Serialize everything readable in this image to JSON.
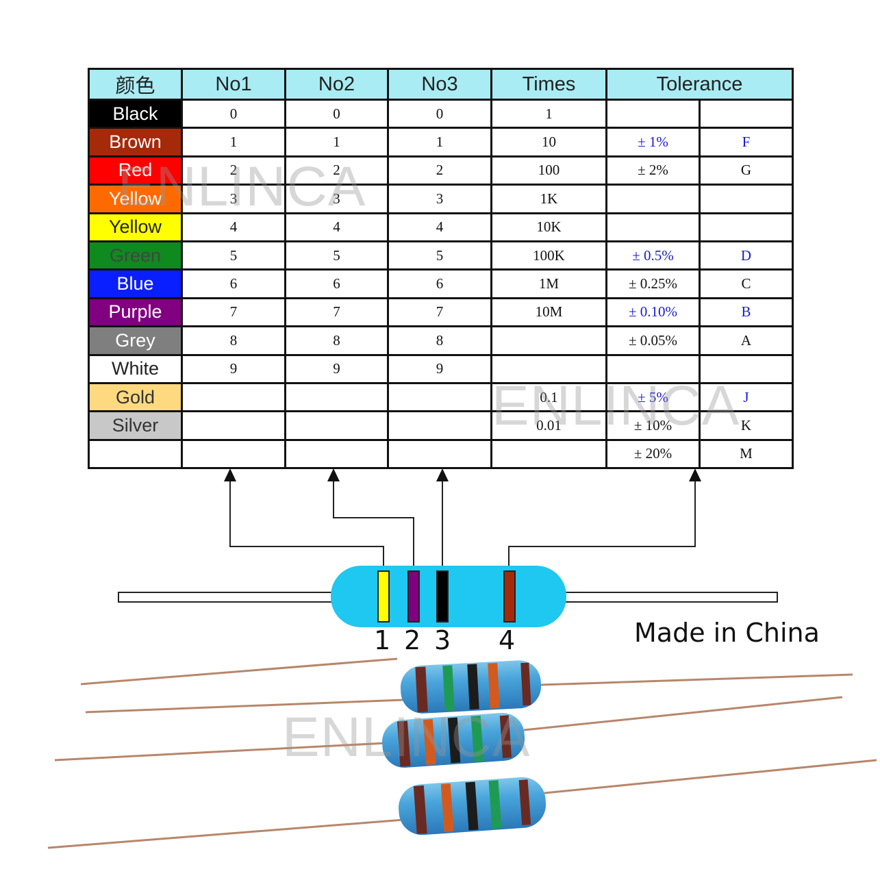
{
  "table": {
    "headers": [
      "颜色",
      "No1",
      "No2",
      "No3",
      "Times",
      "Tolerance"
    ],
    "rows": [
      {
        "color": "Black",
        "swatch": "#000000",
        "text_color": "#ffffff",
        "no1": "0",
        "no2": "0",
        "no3": "0",
        "times": "1",
        "tolerance": "",
        "code": "",
        "highlight": false
      },
      {
        "color": "Brown",
        "swatch": "#a52a0a",
        "text_color": "#ffffff",
        "no1": "1",
        "no2": "1",
        "no3": "1",
        "times": "10",
        "tolerance": "± 1%",
        "code": "F",
        "highlight": true
      },
      {
        "color": "Red",
        "swatch": "#ff0000",
        "text_color": "#ffffff",
        "no1": "2",
        "no2": "2",
        "no3": "2",
        "times": "100",
        "tolerance": "± 2%",
        "code": "G",
        "highlight": false
      },
      {
        "color": "Yellow",
        "swatch": "#ff6a00",
        "text_color": "#ffffff",
        "no1": "3",
        "no2": "3",
        "no3": "3",
        "times": "1K",
        "tolerance": "",
        "code": "",
        "highlight": false
      },
      {
        "color": "Yellow",
        "swatch": "#ffff00",
        "text_color": "#222222",
        "no1": "4",
        "no2": "4",
        "no3": "4",
        "times": "10K",
        "tolerance": "",
        "code": "",
        "highlight": false
      },
      {
        "color": "Green",
        "swatch": "#0e8a1e",
        "text_color": "#444444",
        "no1": "5",
        "no2": "5",
        "no3": "5",
        "times": "100K",
        "tolerance": "± 0.5%",
        "code": "D",
        "highlight": true
      },
      {
        "color": "Blue",
        "swatch": "#0a1fff",
        "text_color": "#ffffff",
        "no1": "6",
        "no2": "6",
        "no3": "6",
        "times": "1M",
        "tolerance": "± 0.25%",
        "code": "C",
        "highlight": false
      },
      {
        "color": "Purple",
        "swatch": "#800080",
        "text_color": "#ffffff",
        "no1": "7",
        "no2": "7",
        "no3": "7",
        "times": "10M",
        "tolerance": "± 0.10%",
        "code": "B",
        "highlight": true
      },
      {
        "color": "Grey",
        "swatch": "#7f7f7f",
        "text_color": "#ffffff",
        "no1": "8",
        "no2": "8",
        "no3": "8",
        "times": "",
        "tolerance": "± 0.05%",
        "code": "A",
        "highlight": false
      },
      {
        "color": "White",
        "swatch": "#ffffff",
        "text_color": "#222222",
        "no1": "9",
        "no2": "9",
        "no3": "9",
        "times": "",
        "tolerance": "",
        "code": "",
        "highlight": false
      },
      {
        "color": "Gold",
        "swatch": "#ffd980",
        "text_color": "#333333",
        "no1": "",
        "no2": "",
        "no3": "",
        "times": "0.1",
        "tolerance": "± 5%",
        "code": "J",
        "highlight": true
      },
      {
        "color": "Silver",
        "swatch": "#c8c8c8",
        "text_color": "#333333",
        "no1": "",
        "no2": "",
        "no3": "",
        "times": "0.01",
        "tolerance": "± 10%",
        "code": "K",
        "highlight": false
      },
      {
        "color": "",
        "swatch": "#ffffff",
        "text_color": "#333333",
        "no1": "",
        "no2": "",
        "no3": "",
        "times": "",
        "tolerance": "± 20%",
        "code": "M",
        "highlight": false
      }
    ]
  },
  "resistor": {
    "body_color": "#1ec8f0",
    "band_colors": [
      "#ffff00",
      "#800080",
      "#000000",
      "#a52a0a"
    ],
    "band_numbers": [
      "1",
      "2",
      "3",
      "4"
    ]
  },
  "colors": {
    "highlight_text": "#1a1acc",
    "normal_text": "#111111"
  },
  "watermark": "ENLINCA",
  "made_in": "Made in China"
}
